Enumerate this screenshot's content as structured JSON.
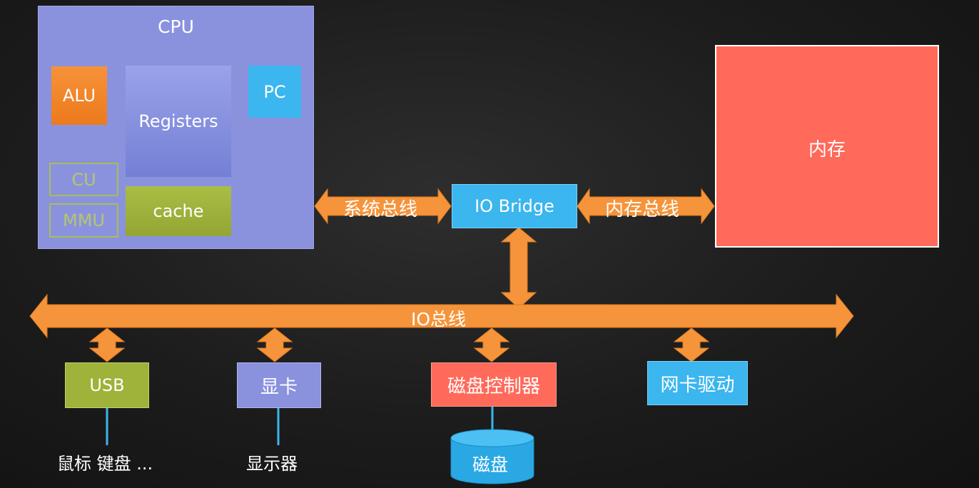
{
  "cpu": {
    "title": "CPU",
    "alu": "ALU",
    "registers": "Registers",
    "pc": "PC",
    "cu": "CU",
    "mmu": "MMU",
    "cache": "cache"
  },
  "memory": {
    "label": "内存"
  },
  "io_bridge": {
    "label": "IO Bridge"
  },
  "buses": {
    "system_bus": "系统总线",
    "memory_bus": "内存总线",
    "io_bus": "IO总线"
  },
  "devices": {
    "usb": "USB",
    "graphics_card": "显卡",
    "disk_controller": "磁盘控制器",
    "nic_driver": "网卡驱动",
    "disk": "磁盘"
  },
  "peripherals": {
    "usb_devices": "鼠标 键盘 ...",
    "monitor": "显示器"
  },
  "colors": {
    "cpu": "#8a92de",
    "alu": "#f5862a",
    "registers": "#7d86d8",
    "pc": "#3bb6ee",
    "cache": "#9fb23a",
    "memory": "#ff6a5a",
    "io_bridge": "#3bb6ee",
    "arrow": "#f5943a",
    "usb": "#9fb23a",
    "graphics_card": "#8a92de",
    "disk_controller": "#ff6a5a",
    "nic_driver": "#3bb6ee",
    "disk": "#2aa8e4"
  }
}
